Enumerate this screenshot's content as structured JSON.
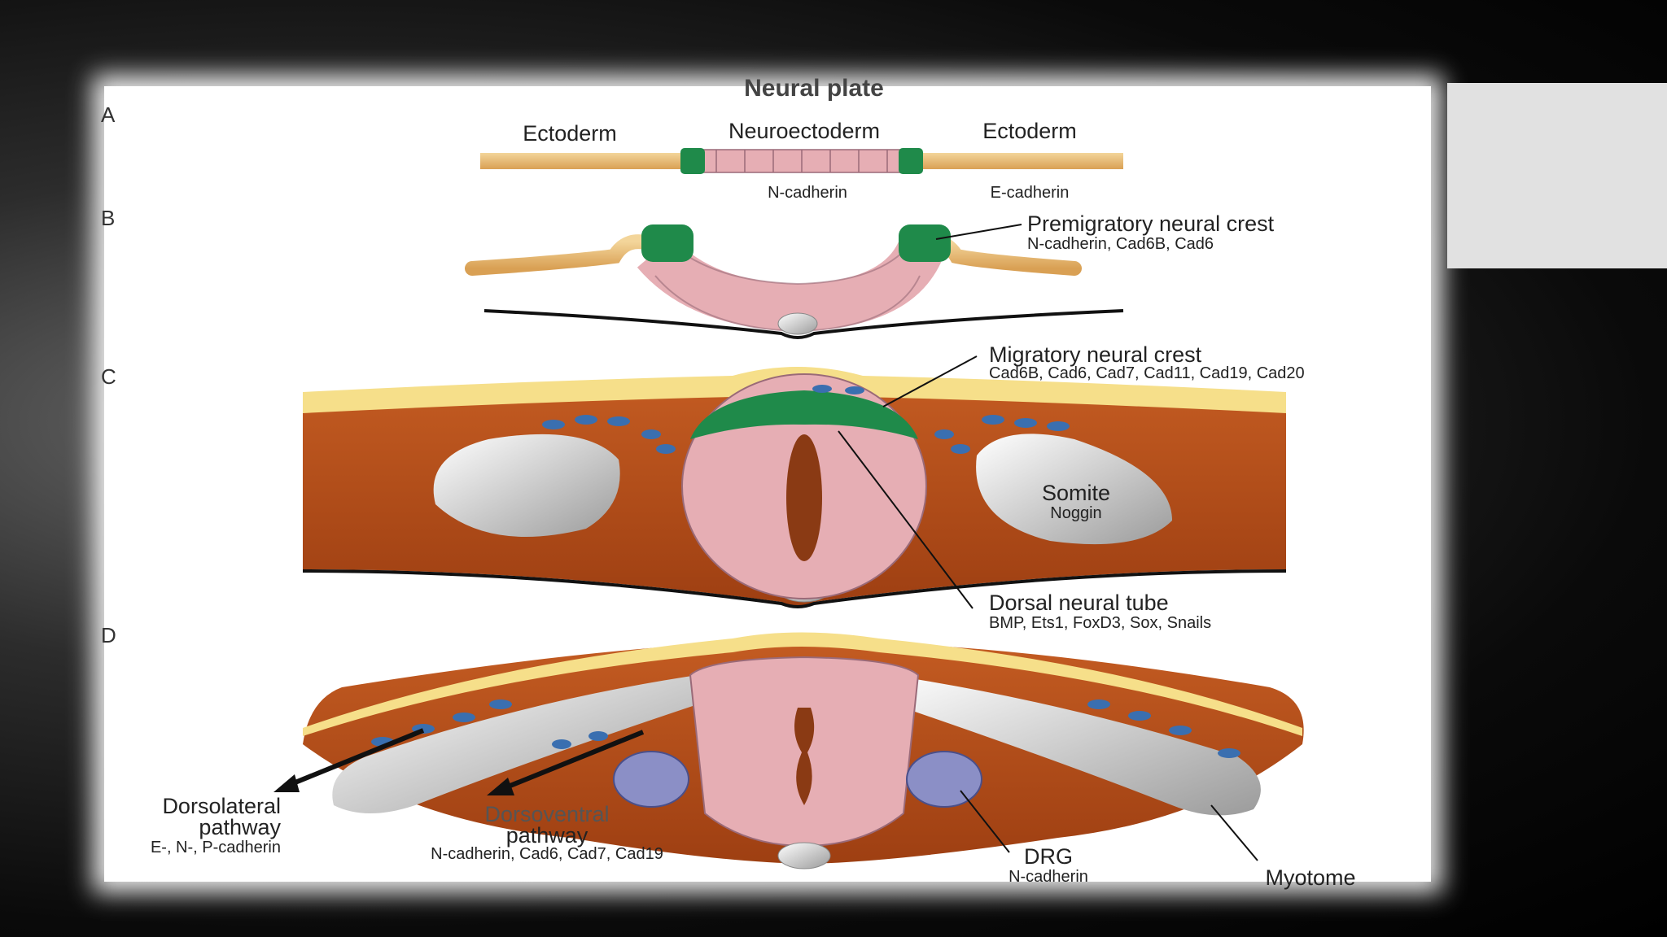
{
  "figure": {
    "title": "Neural plate",
    "panels": [
      "A",
      "B",
      "C",
      "D"
    ],
    "panel_a": {
      "left_label": "Ectoderm",
      "center_label": "Neuroectoderm",
      "right_label": "Ectoderm",
      "n_label": "N-cadherin",
      "e_label": "E-cadherin"
    },
    "panel_b": {
      "crest_title": "Premigratory neural crest",
      "crest_markers": "N-cadherin, Cad6B, Cad6"
    },
    "panel_c": {
      "migratory_title": "Migratory neural crest",
      "migratory_markers": "Cad6B, Cad6, Cad7, Cad11, Cad19, Cad20",
      "somite_title": "Somite",
      "somite_marker": "Noggin",
      "dorsal_title": "Dorsal neural tube",
      "dorsal_markers": "BMP, Ets1, FoxD3, Sox, Snails"
    },
    "panel_d": {
      "dorsolateral_1": "Dorsolateral",
      "dorsolateral_2": "pathway",
      "dorsolateral_markers": "E-, N-, P-cadherin",
      "dorsoventral_1": "Dorsoventral",
      "dorsoventral_2": "pathway",
      "dorsoventral_markers": "N-cadherin, Cad6, Cad7, Cad19",
      "drg_title": "DRG",
      "drg_marker": "N-cadherin",
      "myotome_title": "Myotome"
    }
  },
  "colors": {
    "ectoderm": "#e8b66e",
    "neural_pink": "#e6aeb4",
    "crest_green": "#1f8a4a",
    "mesoderm": "#b8501e",
    "somite": "#d9d9d9",
    "crest_blue": "#3a6fb0"
  }
}
